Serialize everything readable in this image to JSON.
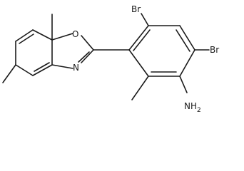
{
  "molecule": {
    "atoms": {
      "oxygen": "O",
      "nitrogen": "N",
      "bromine_top": "Br",
      "bromine_right": "Br",
      "amine_main": "NH",
      "amine_sub": "2"
    }
  }
}
